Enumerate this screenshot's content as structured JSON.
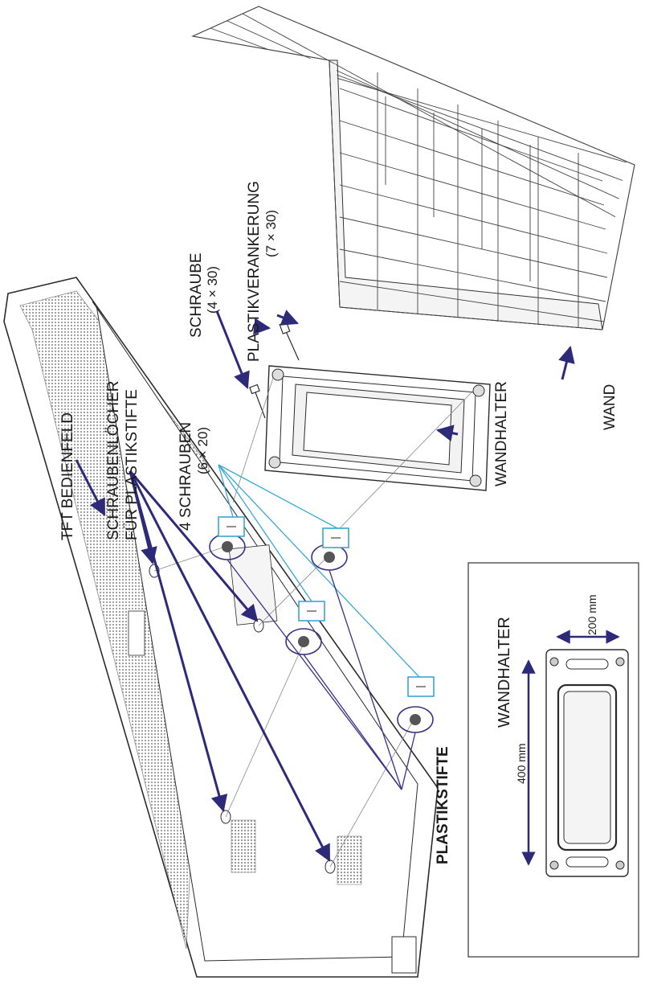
{
  "labels": {
    "tft_panel": "TFT BEDIENFELD",
    "screw_holes_line1": "SCHRAUBENLÖCHER",
    "screw_holes_line2": "FÜR PLASTIKSTIFTE",
    "four_screws": "4 SCHRAUBEN",
    "four_screws_size": "(6 × 20)",
    "screw": "SCHRAUBE",
    "screw_size": "(4 × 30)",
    "anchor": "PLASTIKVERANKERUNG",
    "anchor_size": "(7 × 30)",
    "wall_bracket": "WANDHALTER",
    "wall": "WAND",
    "plastic_pins": "PLASTIKSTIFTE"
  },
  "inset": {
    "title": "WANDHALTER",
    "dim_long": "400 mm",
    "dim_short": "200 mm"
  },
  "colors": {
    "arrow": "#2e2a7a",
    "cyan_leader": "#3aa7d6",
    "purple_leader": "#3b2f86",
    "line": "#2b2b2b"
  }
}
